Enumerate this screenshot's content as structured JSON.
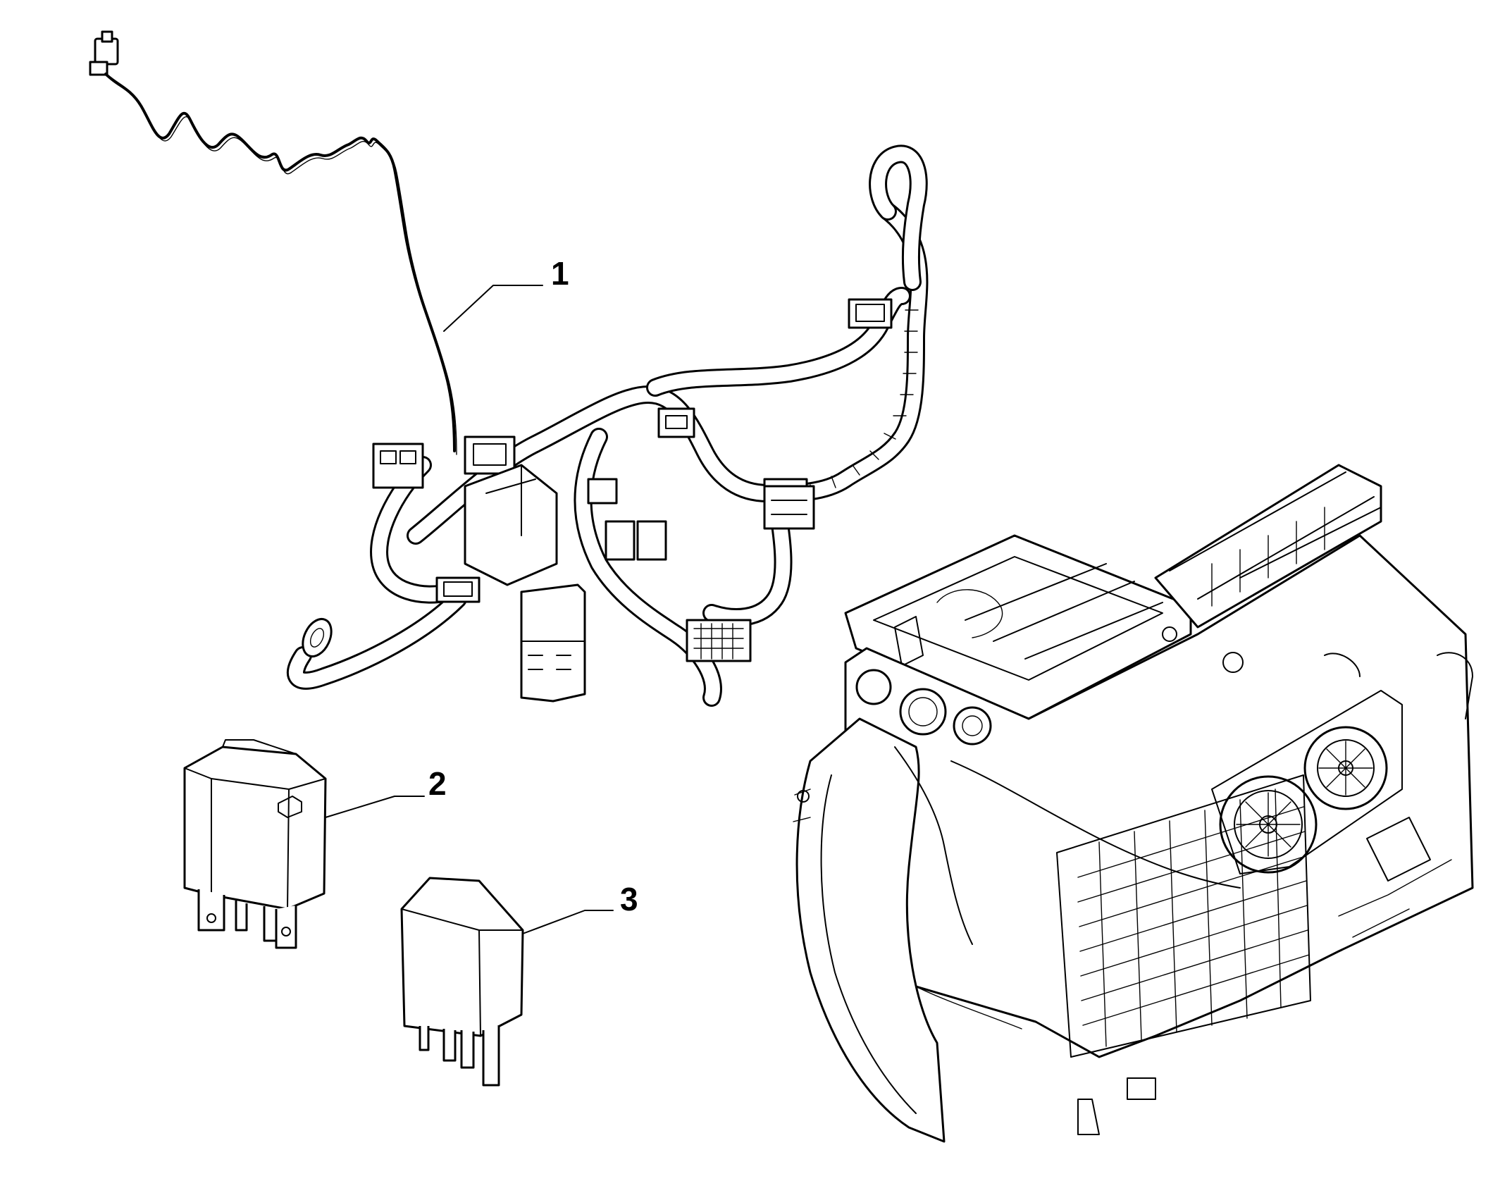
{
  "callouts": [
    {
      "number": "1",
      "part": "wiring-harness"
    },
    {
      "number": "2",
      "part": "relay-large"
    },
    {
      "number": "3",
      "part": "relay-small"
    }
  ],
  "colors": {
    "line": "#000000",
    "background": "#ffffff"
  }
}
